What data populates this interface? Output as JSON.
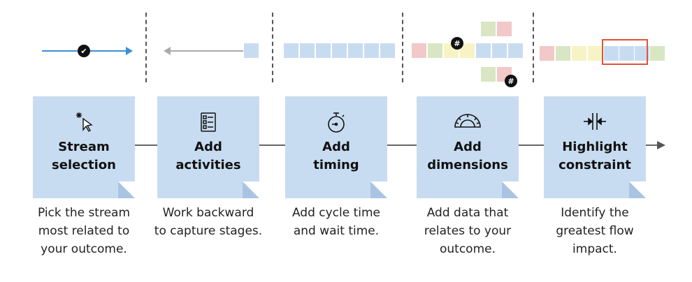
{
  "steps": [
    {
      "title_line1": "Stream",
      "title_line2": "selection",
      "desc_lines": [
        "Pick the stream",
        "most related to",
        "your outcome."
      ],
      "icon": "cursor-click-icon"
    },
    {
      "title_line1": "Add",
      "title_line2": "activities",
      "desc_lines": [
        "Work backward",
        "to capture stages."
      ],
      "icon": "checklist-icon"
    },
    {
      "title_line1": "Add",
      "title_line2": "timing",
      "desc_lines": [
        "Add cycle time",
        "and wait time."
      ],
      "icon": "stopwatch-icon"
    },
    {
      "title_line1": "Add",
      "title_line2": "dimensions",
      "desc_lines": [
        "Add data that",
        "relates to your",
        "outcome."
      ],
      "icon": "protractor-icon"
    },
    {
      "title_line1": "Highlight",
      "title_line2": "constraint",
      "desc_lines": [
        "Identify the",
        "greatest flow",
        "impact."
      ],
      "icon": "compress-arrows-icon"
    }
  ],
  "badges": {
    "hash": "#"
  },
  "colors": {
    "card": "#c8dcf1",
    "connector": "#666666",
    "arrow_blue": "#3b8fd6",
    "arrow_gray": "#aaaaaa",
    "highlight": "#e0533b"
  },
  "icons": [
    "checkmark-badge-icon",
    "left-arrow-icon",
    "right-arrow-icon"
  ]
}
